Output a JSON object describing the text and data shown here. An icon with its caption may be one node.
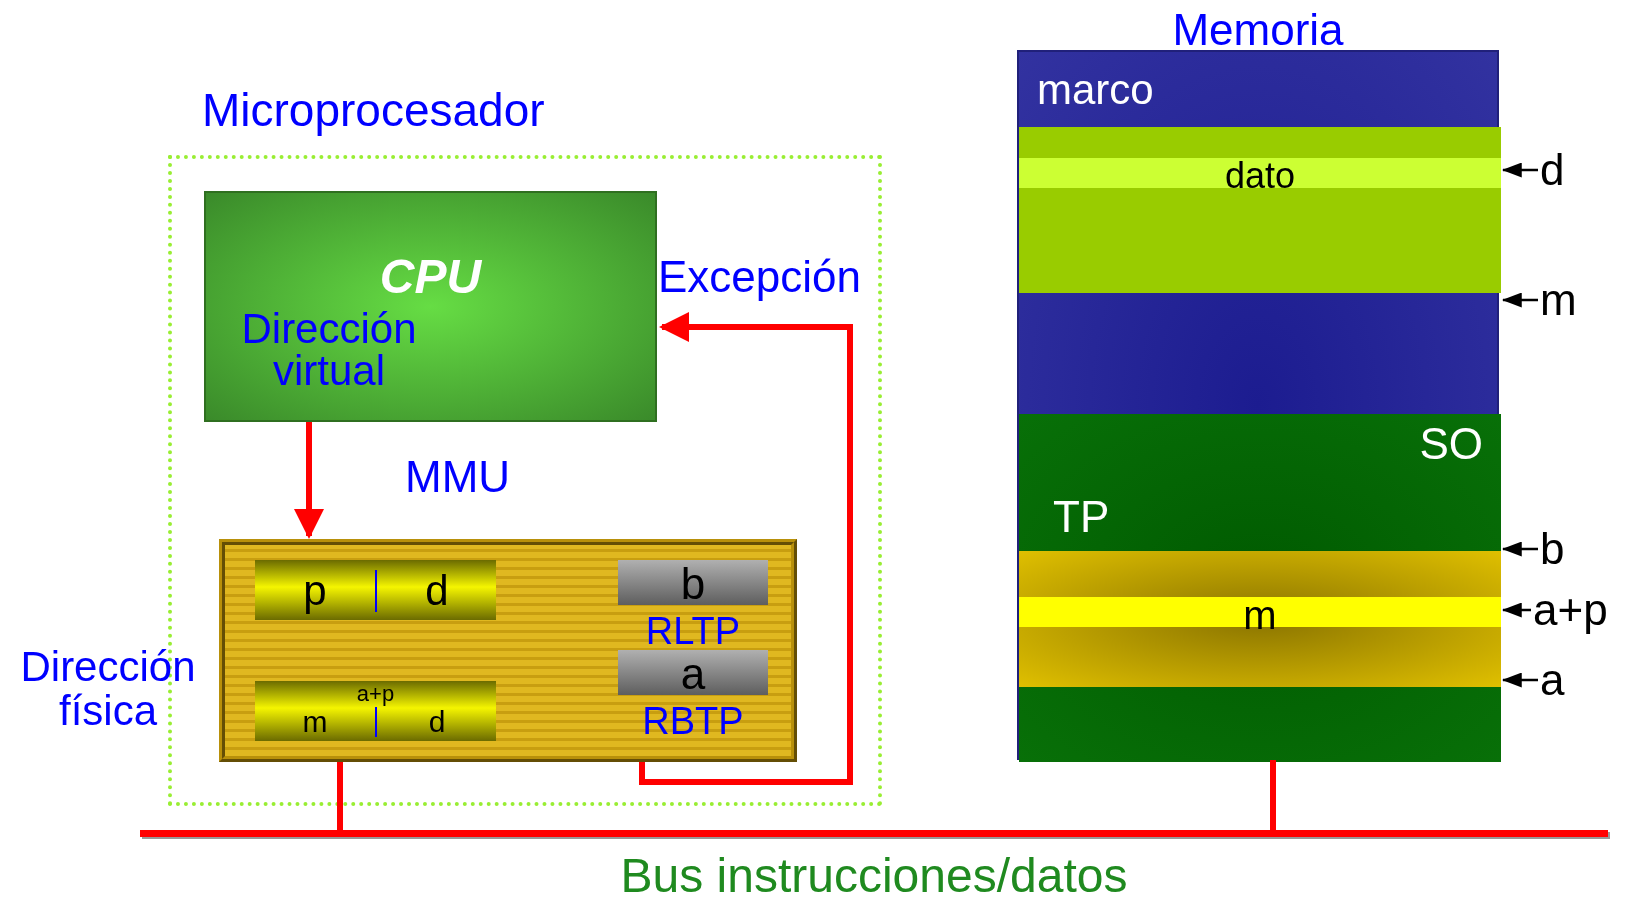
{
  "diagram": {
    "nodes": [
      {
        "text": [
          "Microprocesador"
        ]
      },
      {
        "text": [
          "CPU",
          "Dirección virtual"
        ],
        "in": 0
      },
      {
        "text": [
          "MMU"
        ],
        "in": 0
      },
      {
        "text": [
          "p",
          "d"
        ],
        "in": 2
      },
      {
        "text": [
          "a+p",
          "m",
          "d"
        ],
        "in": 2
      },
      {
        "text": [
          "b",
          "RLTP"
        ],
        "in": 2
      },
      {
        "text": [
          "a",
          "RBTP"
        ],
        "in": 2
      },
      {
        "text": [
          "Memoria"
        ]
      },
      {
        "text": [
          "marco"
        ],
        "in": 7
      },
      {
        "text": [
          "dato"
        ],
        "in": 8
      },
      {
        "text": [
          "SO"
        ],
        "in": 7
      },
      {
        "text": [
          "TP"
        ],
        "in": 10
      },
      {
        "text": [
          "m"
        ],
        "in": 11
      },
      {
        "text": [
          "Bus instrucciones/datos"
        ]
      },
      {
        "text": [
          "d"
        ]
      },
      {
        "text": [
          "m"
        ]
      },
      {
        "text": [
          "b"
        ]
      },
      {
        "text": [
          "a+p"
        ]
      },
      {
        "text": [
          "a"
        ]
      }
    ],
    "edges": [
      {
        "from": 1,
        "to": 2,
        "arrow": "to",
        "style": "thick",
        "color": "#ff0000"
      },
      {
        "from": 2,
        "to": 1,
        "arrow": "to",
        "label": "Excepción",
        "style": "thick",
        "color": "#ff0000"
      },
      {
        "from": 2,
        "to": 13,
        "arrow": "none",
        "style": "thick",
        "color": "#ff0000"
      },
      {
        "from": 7,
        "to": 13,
        "arrow": "none",
        "style": "thick",
        "color": "#ff0000"
      },
      {
        "from": 14,
        "to": null,
        "arrow": "to"
      },
      {
        "from": 15,
        "to": null,
        "arrow": "to"
      },
      {
        "from": 16,
        "to": null,
        "arrow": "to"
      },
      {
        "from": 17,
        "to": null,
        "arrow": "to"
      },
      {
        "from": 18,
        "to": null,
        "arrow": "to"
      }
    ],
    "labels": [
      "Dirección física"
    ]
  }
}
